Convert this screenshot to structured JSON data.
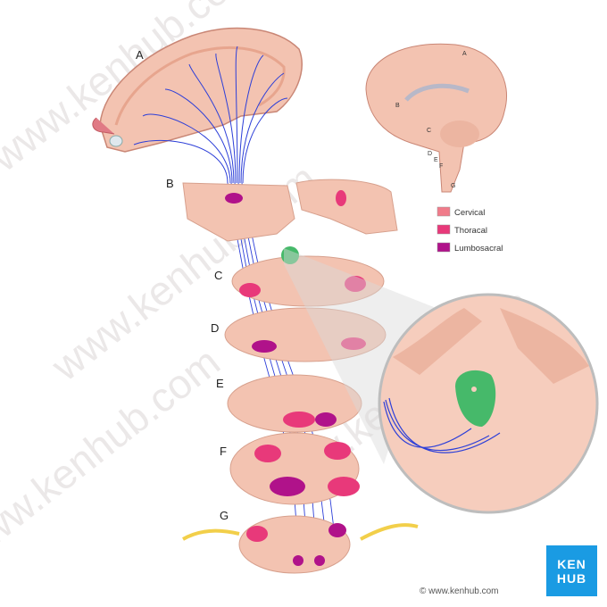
{
  "labels": {
    "A": "A",
    "B": "B",
    "C": "C",
    "D": "D",
    "E": "E",
    "F": "F",
    "G": "G"
  },
  "inset_labels": [
    "A",
    "B",
    "C",
    "D",
    "E",
    "F",
    "G"
  ],
  "legend": [
    {
      "label": "Cervical",
      "color": "#f07b8a"
    },
    {
      "label": "Thoracal",
      "color": "#e8397a"
    },
    {
      "label": "Lumbosacral",
      "color": "#b0128a"
    }
  ],
  "watermark": "www.kenhub.com",
  "copyright": "© www.kenhub.com",
  "logo": {
    "line1": "KEN",
    "line2": "HUB"
  },
  "colors": {
    "tissue": "#f3c3b1",
    "tissue_dark": "#e7a58e",
    "fiber": "#2d3fd8",
    "nucleus": "#46b96a",
    "nerve": "#f2cf4a",
    "accent": "#1a9be3"
  }
}
